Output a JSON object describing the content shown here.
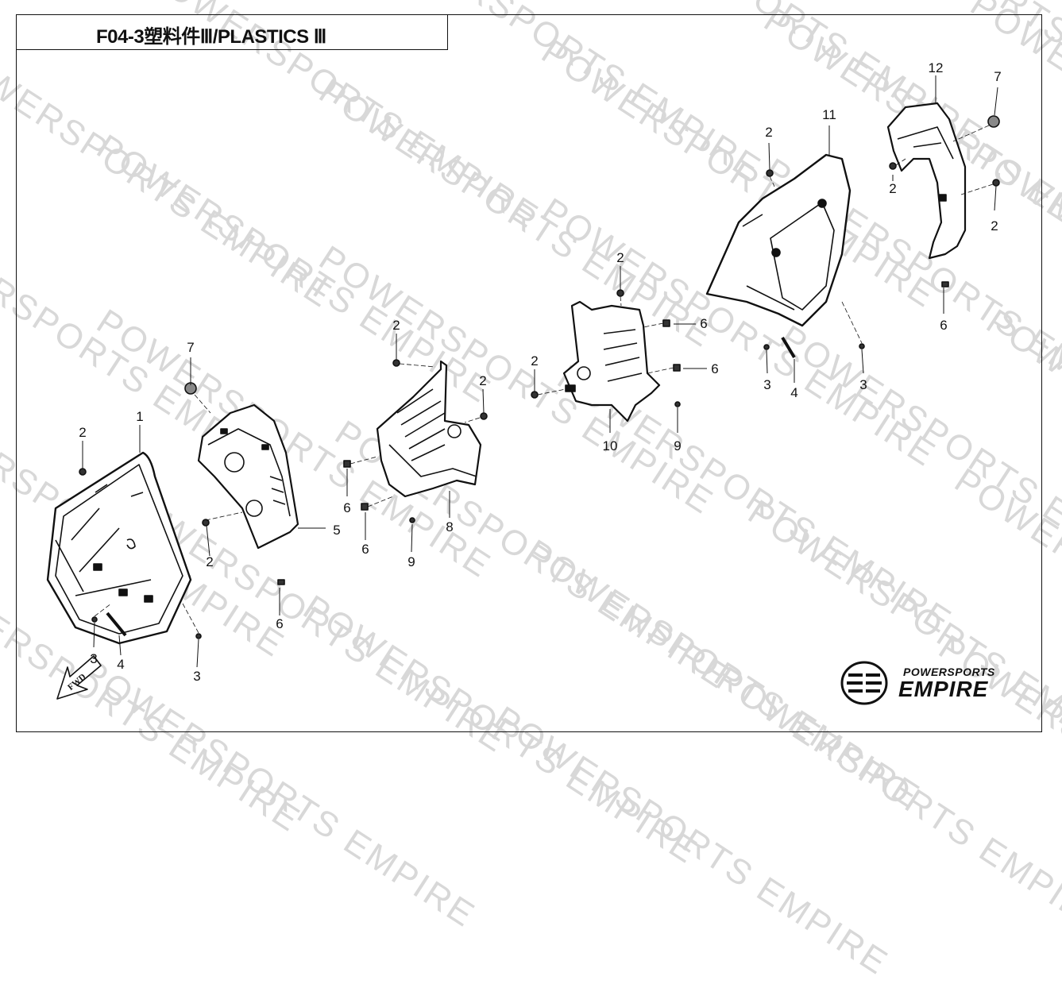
{
  "title": "F04-3塑料件Ⅲ/PLASTICS Ⅲ",
  "watermark_text": "POWERSPORTS EMPIRE",
  "logo": {
    "line1": "POWERSPORTS",
    "line2": "EMPIRE"
  },
  "fwd_label": "FWD",
  "callouts": [
    "1",
    "2",
    "2",
    "2",
    "2",
    "2",
    "2",
    "2",
    "2",
    "2",
    "2",
    "3",
    "3",
    "3",
    "3",
    "4",
    "4",
    "5",
    "6",
    "6",
    "6",
    "6",
    "6",
    "6",
    "6",
    "7",
    "7",
    "8",
    "9",
    "9",
    "10",
    "11",
    "12"
  ]
}
